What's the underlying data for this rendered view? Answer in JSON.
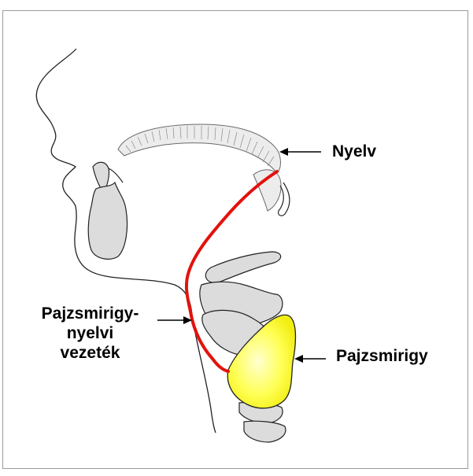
{
  "labels": {
    "tongue": "Nyelv",
    "thyroid": "Pajzsmirigy",
    "duct_line1": "Pajzsmirigy-",
    "duct_line2": "nyelvi",
    "duct_line3": "vezeték"
  },
  "colors": {
    "duct": "#e2120d",
    "thyroid_fill": "#ffff33",
    "thyroid_highlight": "#ffffcc",
    "bone_fill": "#dcdcdc",
    "outline": "#222222",
    "frame": "#9a9a9a"
  }
}
